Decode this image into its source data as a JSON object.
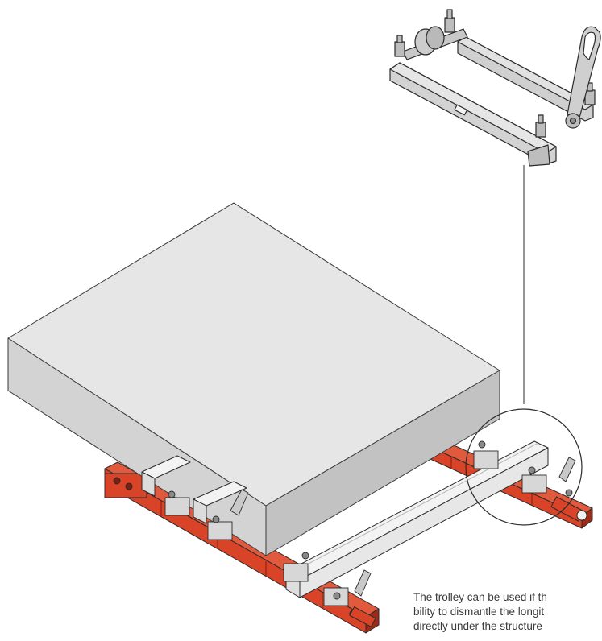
{
  "caption": {
    "lines": [
      "The trolley can be used if th",
      "bility to dismantle the longit",
      "directly under the structure"
    ]
  },
  "colors": {
    "trolley_red": "#d94327",
    "trolley_red_dark": "#9e2b17",
    "slab_top": "#e5e5e5",
    "slab_front": "#d2d2d2",
    "slab_side": "#bfbfbf",
    "detail_grey": "#d0d0d0",
    "outline": "#2b2b2b"
  }
}
